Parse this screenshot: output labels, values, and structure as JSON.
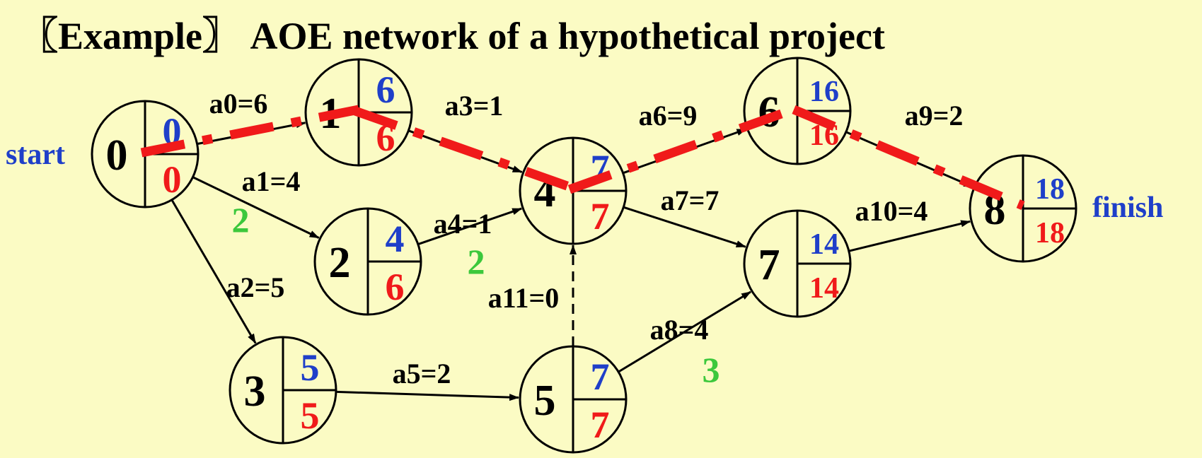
{
  "title": "〖Example〗 AOE network of a hypothetical project",
  "labels": {
    "start": "start",
    "finish": "finish"
  },
  "colors": {
    "background": "#fbfbc4",
    "earliest": "#1f3fc9",
    "latest": "#f01a1a",
    "slack": "#3cc83c",
    "critical_path": "#f01a1a",
    "edge": "#000000"
  },
  "nodes": [
    {
      "id": "0",
      "earliest": "0",
      "latest": "0"
    },
    {
      "id": "1",
      "earliest": "6",
      "latest": "6"
    },
    {
      "id": "2",
      "earliest": "4",
      "latest": "6"
    },
    {
      "id": "3",
      "earliest": "5",
      "latest": "5"
    },
    {
      "id": "4",
      "earliest": "7",
      "latest": "7"
    },
    {
      "id": "5",
      "earliest": "7",
      "latest": "7"
    },
    {
      "id": "6",
      "earliest": "16",
      "latest": "16"
    },
    {
      "id": "7",
      "earliest": "14",
      "latest": "14"
    },
    {
      "id": "8",
      "earliest": "18",
      "latest": "18"
    }
  ],
  "edges": [
    {
      "label": "a0=6",
      "from": "0",
      "to": "1",
      "dashed": false
    },
    {
      "label": "a1=4",
      "from": "0",
      "to": "2",
      "dashed": false
    },
    {
      "label": "a2=5",
      "from": "0",
      "to": "3",
      "dashed": false
    },
    {
      "label": "a3=1",
      "from": "1",
      "to": "4",
      "dashed": false
    },
    {
      "label": "a4=1",
      "from": "2",
      "to": "4",
      "dashed": false
    },
    {
      "label": "a5=2",
      "from": "3",
      "to": "5",
      "dashed": false
    },
    {
      "label": "a6=9",
      "from": "4",
      "to": "6",
      "dashed": false
    },
    {
      "label": "a7=7",
      "from": "4",
      "to": "7",
      "dashed": false
    },
    {
      "label": "a8=4",
      "from": "5",
      "to": "7",
      "dashed": false
    },
    {
      "label": "a9=2",
      "from": "6",
      "to": "8",
      "dashed": false
    },
    {
      "label": "a10=4",
      "from": "7",
      "to": "8",
      "dashed": false
    },
    {
      "label": "a11=0",
      "from": "5",
      "to": "4",
      "dashed": true
    }
  ],
  "slacks": [
    {
      "edge": "a1",
      "value": "2"
    },
    {
      "edge": "a4",
      "value": "2"
    },
    {
      "edge": "a8",
      "value": "3"
    }
  ],
  "critical_path": [
    "0",
    "1",
    "4",
    "6",
    "8"
  ]
}
